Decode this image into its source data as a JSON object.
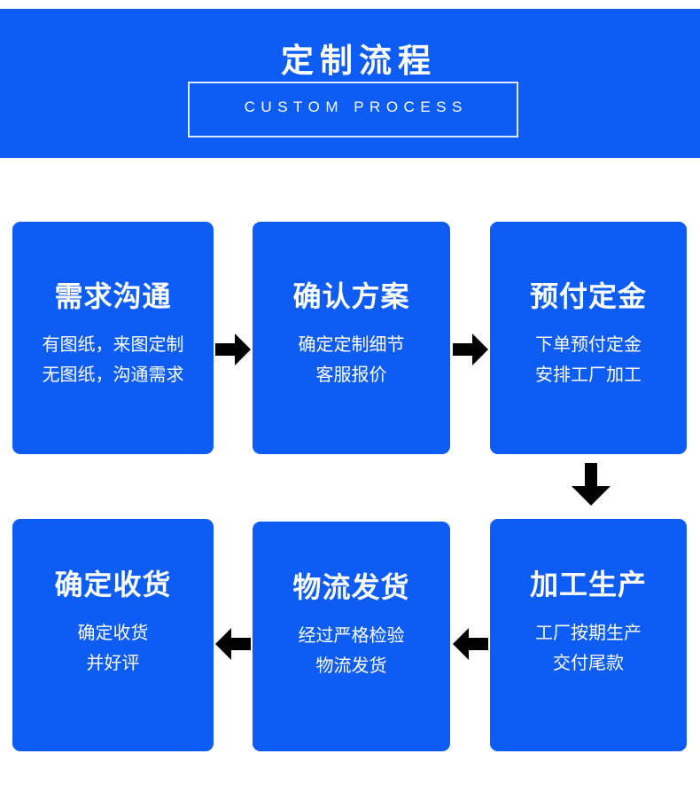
{
  "banner": {
    "title": "定制流程",
    "subtitle": "CUSTOM PROCESS",
    "background_color": "#0C5CF5",
    "frame_color": "#DFE8FB",
    "text_color": "#FFFFFF"
  },
  "theme": {
    "card_color": "#0C5CF5",
    "arrow_color": "#000000",
    "page_background": "#FFFFFF"
  },
  "steps": [
    {
      "step": 1,
      "title": "需求沟通",
      "lines": [
        "有图纸，来图定制",
        "无图纸，沟通需求"
      ]
    },
    {
      "step": 2,
      "title": "确认方案",
      "lines": [
        "确定定制细节",
        "客服报价"
      ]
    },
    {
      "step": 3,
      "title": "预付定金",
      "lines": [
        "下单预付定金",
        "安排工厂加工"
      ]
    },
    {
      "step": 4,
      "title": "加工生产",
      "lines": [
        "工厂按期生产",
        "交付尾款"
      ]
    },
    {
      "step": 5,
      "title": "物流发货",
      "lines": [
        "经过严格检验",
        "物流发货"
      ]
    },
    {
      "step": 6,
      "title": "确定收货",
      "lines": [
        "确定收货",
        "并好评"
      ]
    }
  ],
  "arrows": [
    {
      "name": "arrow-step1-to-step2",
      "direction": "right"
    },
    {
      "name": "arrow-step2-to-step3",
      "direction": "right"
    },
    {
      "name": "arrow-step3-to-step4",
      "direction": "down"
    },
    {
      "name": "arrow-step4-to-step5",
      "direction": "left"
    },
    {
      "name": "arrow-step5-to-step6",
      "direction": "left"
    }
  ]
}
